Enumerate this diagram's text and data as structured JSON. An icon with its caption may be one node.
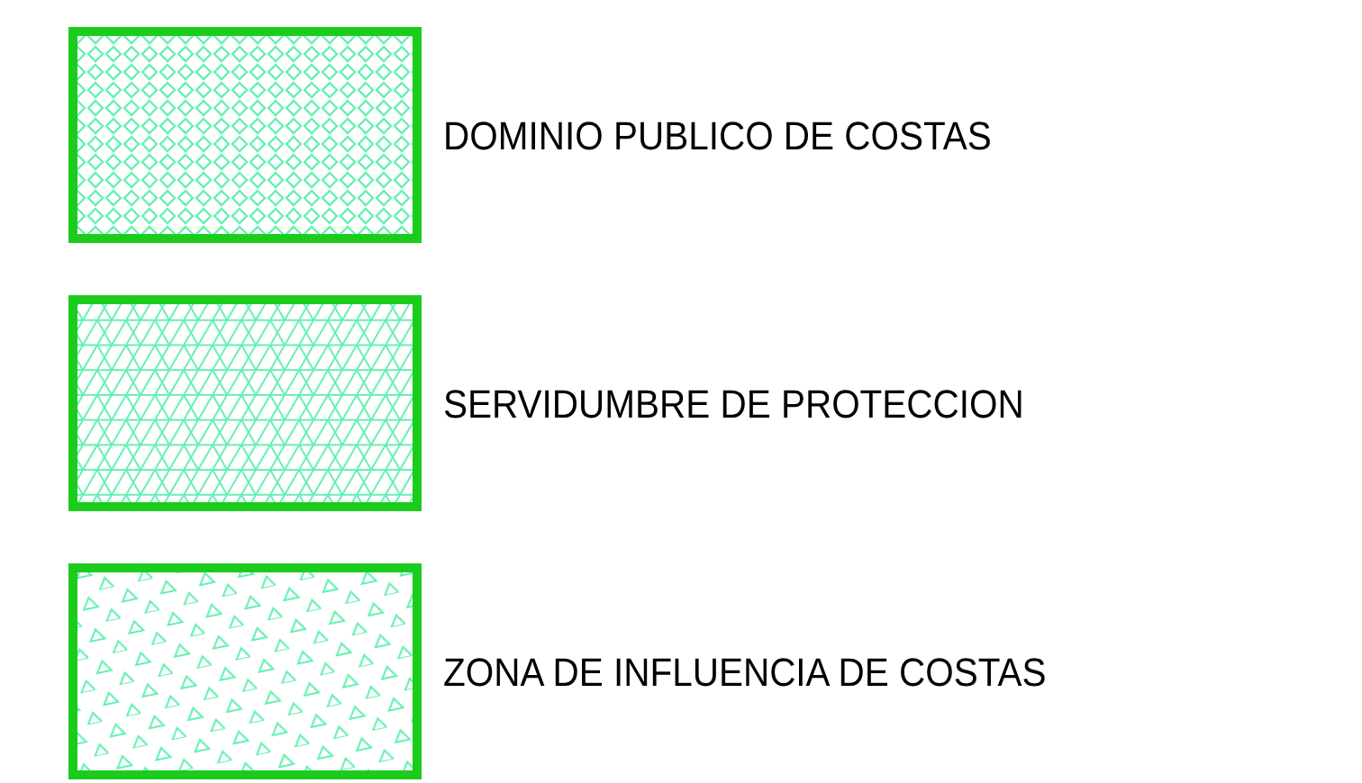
{
  "diagram": {
    "legend": [
      {
        "text": "DOMINIO PUBLICO DE COSTAS"
      },
      {
        "text": "SERVIDUMBRE DE PROTECCION"
      },
      {
        "text": "ZONA DE INFLUENCIA DE COSTAS"
      }
    ]
  }
}
